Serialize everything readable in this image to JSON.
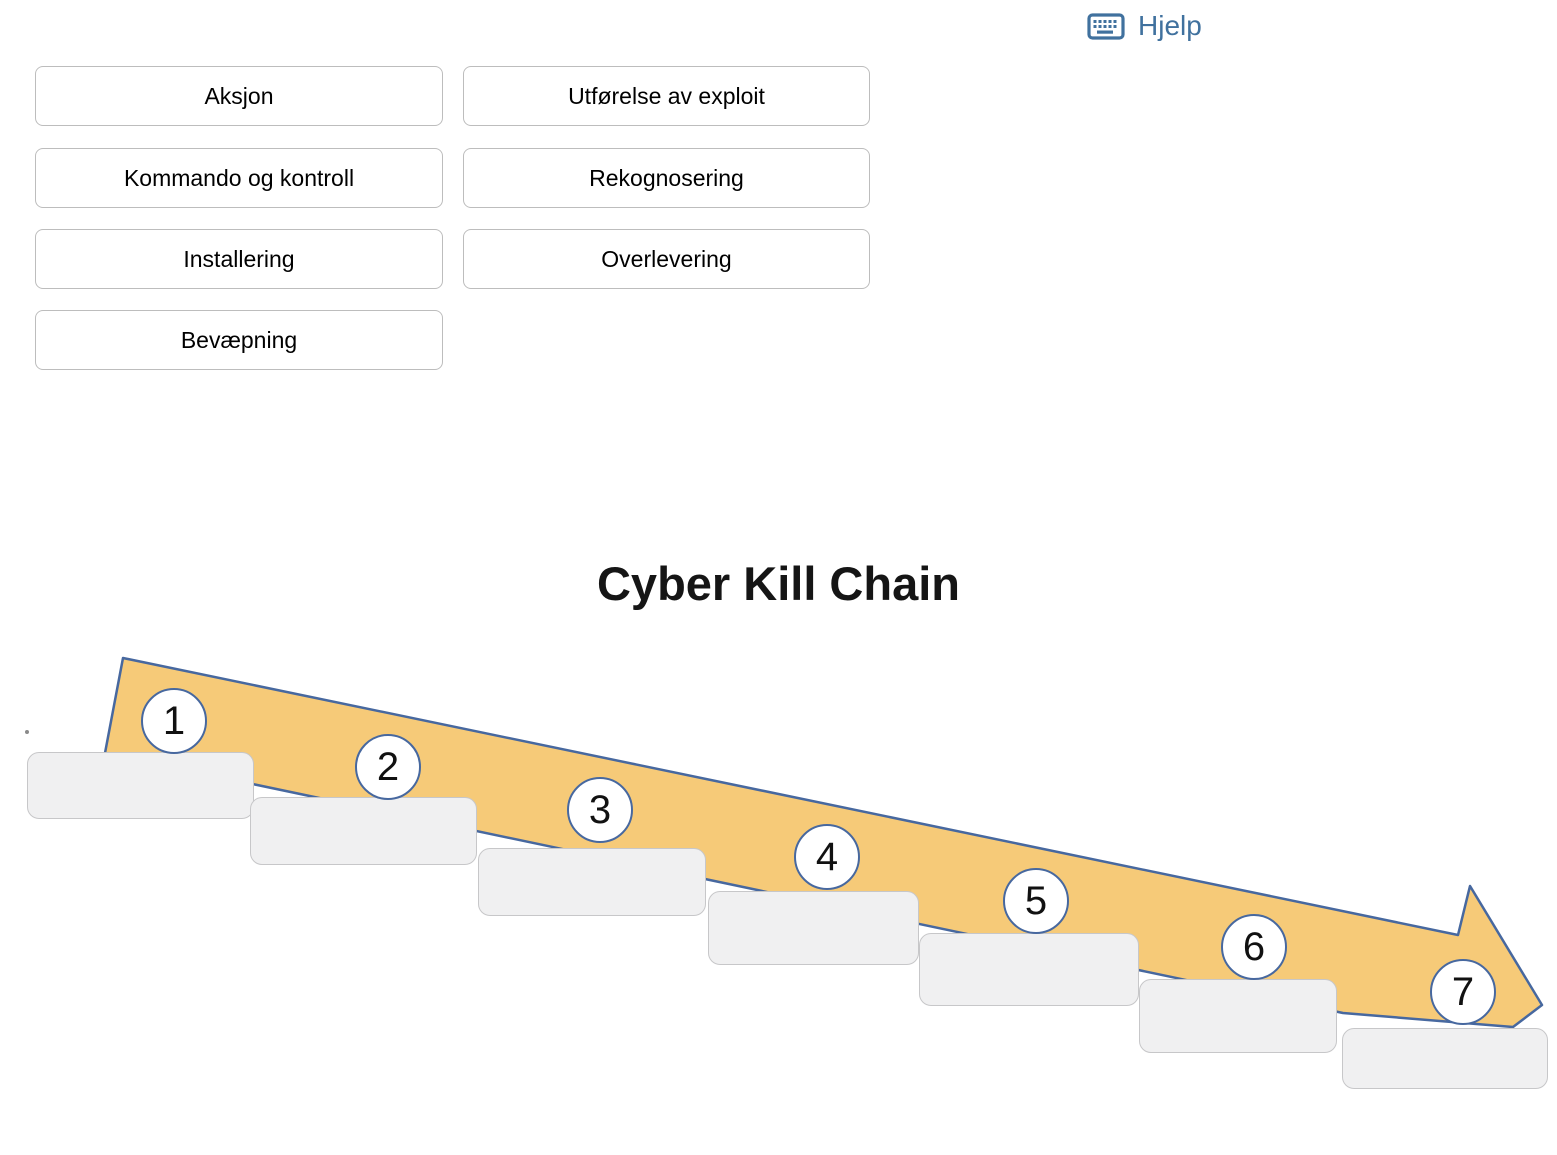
{
  "header": {
    "help_label": "Hjelp"
  },
  "word_bank": {
    "items": [
      {
        "label": "Aksjon"
      },
      {
        "label": "Utførelse av exploit"
      },
      {
        "label": "Kommando og kontroll"
      },
      {
        "label": "Rekognosering"
      },
      {
        "label": "Installering"
      },
      {
        "label": "Overlevering"
      },
      {
        "label": "Bevæpning"
      }
    ]
  },
  "diagram": {
    "title": "Cyber Kill Chain",
    "steps": [
      {
        "number": "1"
      },
      {
        "number": "2"
      },
      {
        "number": "3"
      },
      {
        "number": "4"
      },
      {
        "number": "5"
      },
      {
        "number": "6"
      },
      {
        "number": "7"
      }
    ]
  },
  "colors": {
    "arrow_fill": "#F6CA78",
    "arrow_stroke": "#47689F",
    "link_blue": "#40719E",
    "drop_zone_fill": "#F0F0F1",
    "drop_zone_border": "#C7C7C9",
    "button_border": "#BDBDBD"
  }
}
